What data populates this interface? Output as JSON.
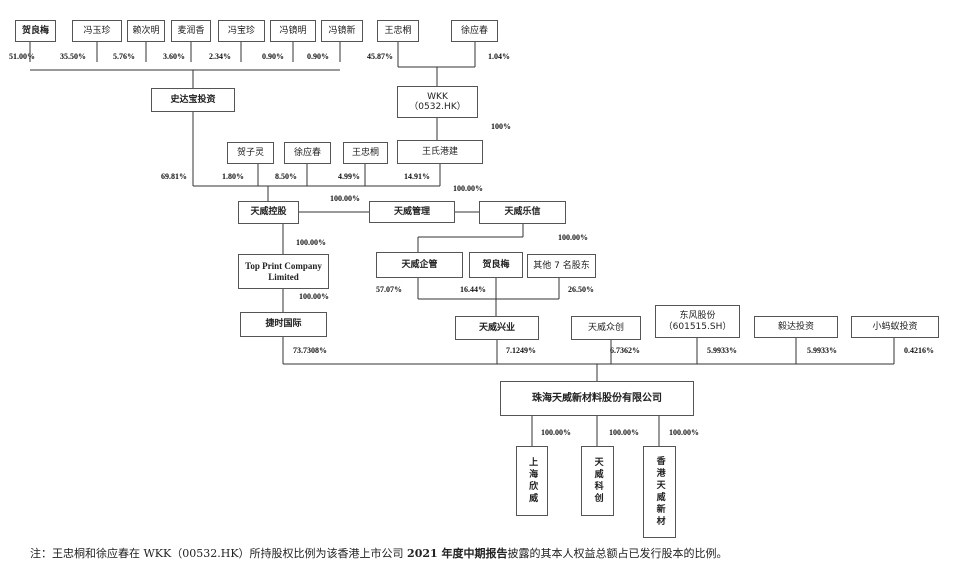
{
  "boxes": {
    "he_liangmei_top": "贺良梅",
    "feng_yuzhen_top": "冯玉珍",
    "lai_cimin": "赖次明",
    "mai_runxiang": "麦润香",
    "feng_baozhen": "冯宝珍",
    "feng_jiaming": "冯镜明",
    "feng_jiaxin": "冯镜新",
    "wang_zhongtong_top": "王忠桐",
    "xu_yingchun_top": "徐应春",
    "wkk_name": "WKK",
    "wkk_code": "（0532.HK）",
    "shida_bao": "史达宝投资",
    "he_ziling": "贺子灵",
    "xu_yingchun_mid": "徐应春",
    "wang_zhongtong_mid": "王忠桐",
    "wangshi_gangjian": "王氏港建",
    "tianwei_konggu": "天威控股",
    "tianwei_guanli": "天威管理",
    "tianwei_lexin": "天威乐信",
    "top_print_line1": "Top Print Company",
    "top_print_line2": "Limited",
    "tianwei_qiguan": "天威企管",
    "he_liangmei_mid": "贺良梅",
    "other7": "其他 7 名股东",
    "jieshi": "捷时国际",
    "tianwei_xingye": "天威兴业",
    "tianwei_zhongchuang": "天威众创",
    "dongfeng_name": "东风股份",
    "dongfeng_code": "（601515.SH）",
    "yida": "毅达投资",
    "xiaomayi": "小蚂蚁投资",
    "zhuhai_tianwei": "珠海天威新材料股份有限公司",
    "shanghai_xinwei": "上海欣威",
    "tianwei_kechuang": "天威科创",
    "hk_tianwei": "香港天威新材"
  },
  "percents": {
    "p_he_top": "51.00%",
    "p_feng_yz": "35.50%",
    "p_lai": "5.76%",
    "p_mai": "3.60%",
    "p_feng_bz": "2.34%",
    "p_feng_jm": "0.90%",
    "p_feng_jx": "0.90%",
    "p_wang_wkk": "45.87%",
    "p_xu_wkk": "1.04%",
    "p_wkk_wangshi": "100%",
    "p_shida": "69.81%",
    "p_he_ziling": "1.80%",
    "p_xu_mid": "8.50%",
    "p_wang_mid": "4.99%",
    "p_wangshi": "14.91%",
    "p_wangshi_guanli": "100.00%",
    "p_konggu_guanli": "100.00%",
    "p_konggu_top": "100.00%",
    "p_lexin_qiguan": "100.00%",
    "p_top_jieshi": "100.00%",
    "p_qiguan": "57.07%",
    "p_he_mid": "16.44%",
    "p_other7": "26.50%",
    "p_jieshi": "73.7308%",
    "p_xingye": "7.1249%",
    "p_zhongchuang": "6.7362%",
    "p_dongfeng": "5.9933%",
    "p_yida": "5.9933%",
    "p_xiaomayi": "0.4216%",
    "p_sub1": "100.00%",
    "p_sub2": "100.00%",
    "p_sub3": "100.00%"
  },
  "note": {
    "prefix": "注：王忠桐和徐应春在 WKK（00532.HK）所持股权比例为该香港上市公司 ",
    "bold": "2021 年度中期报告",
    "suffix": "披露的其本人权益总额占已发行股本的比例。"
  }
}
